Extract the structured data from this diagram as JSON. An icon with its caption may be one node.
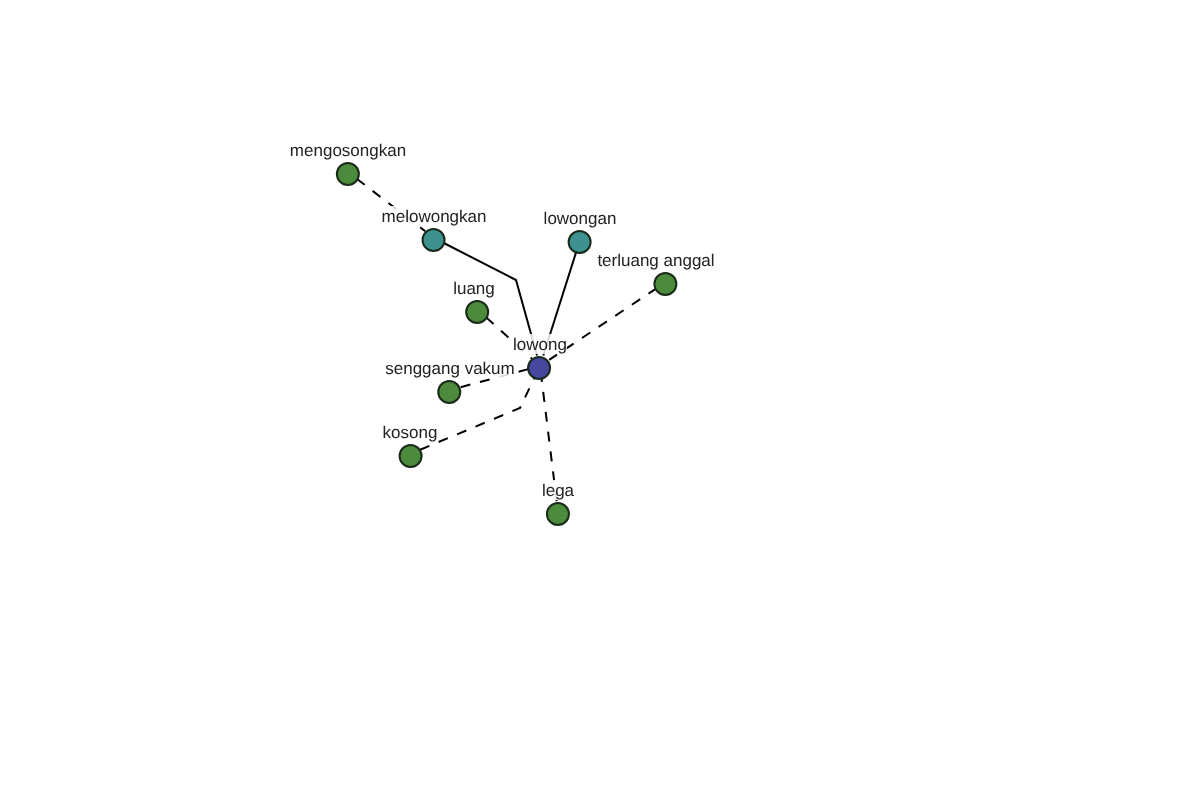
{
  "diagram": {
    "nodes": [
      {
        "text": [
          "mengosongkan"
        ]
      },
      {
        "text": [
          "melowongkan"
        ]
      },
      {
        "text": [
          "lowongan"
        ]
      },
      {
        "text": [
          "terluang anggal"
        ]
      },
      {
        "text": [
          "luang"
        ]
      },
      {
        "text": [
          "lowong"
        ]
      },
      {
        "text": [
          "senggang vakum"
        ]
      },
      {
        "text": [
          "kosong"
        ]
      },
      {
        "text": [
          "lega"
        ]
      }
    ],
    "edges": [
      {
        "from": 0,
        "to": 1,
        "arrow": "none",
        "style": "dashed"
      },
      {
        "from": 1,
        "to": 5,
        "arrow": "none"
      },
      {
        "from": 2,
        "to": 5,
        "arrow": "none"
      },
      {
        "from": 3,
        "to": 5,
        "arrow": "none",
        "style": "dashed"
      },
      {
        "from": 4,
        "to": 5,
        "arrow": "none",
        "style": "dashed"
      },
      {
        "from": 6,
        "to": 5,
        "arrow": "none",
        "style": "dashed"
      },
      {
        "from": 7,
        "to": 5,
        "arrow": "none",
        "style": "dashed"
      },
      {
        "from": 8,
        "to": 5,
        "arrow": "none",
        "style": "dashed"
      }
    ]
  }
}
